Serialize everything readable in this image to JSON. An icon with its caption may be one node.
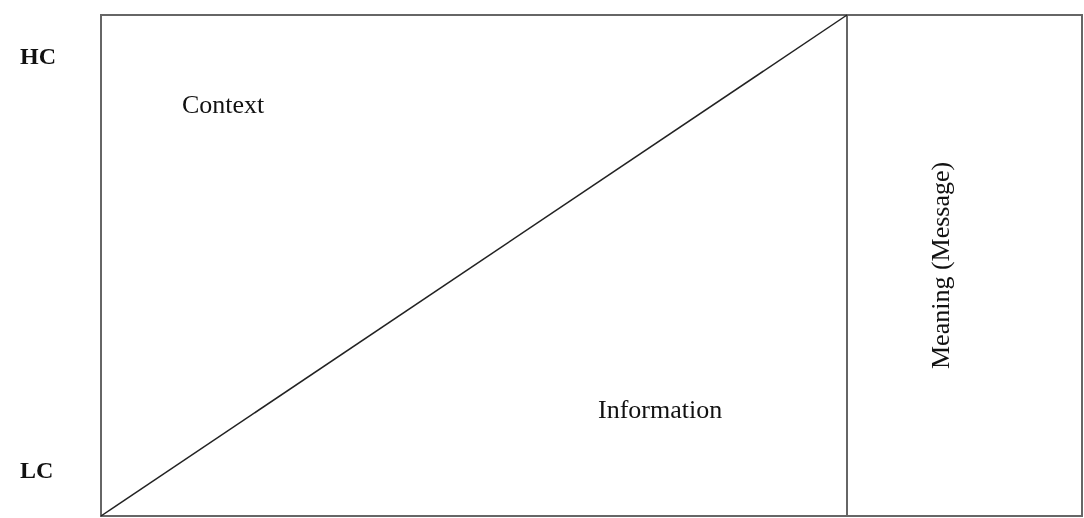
{
  "diagram": {
    "nodes": [
      {
        "text": [
          "Context"
        ]
      },
      {
        "text": [
          "Information"
        ]
      },
      {
        "text": [
          "Meaning (Message)"
        ]
      }
    ],
    "labels": [
      "HC",
      "LC"
    ]
  }
}
